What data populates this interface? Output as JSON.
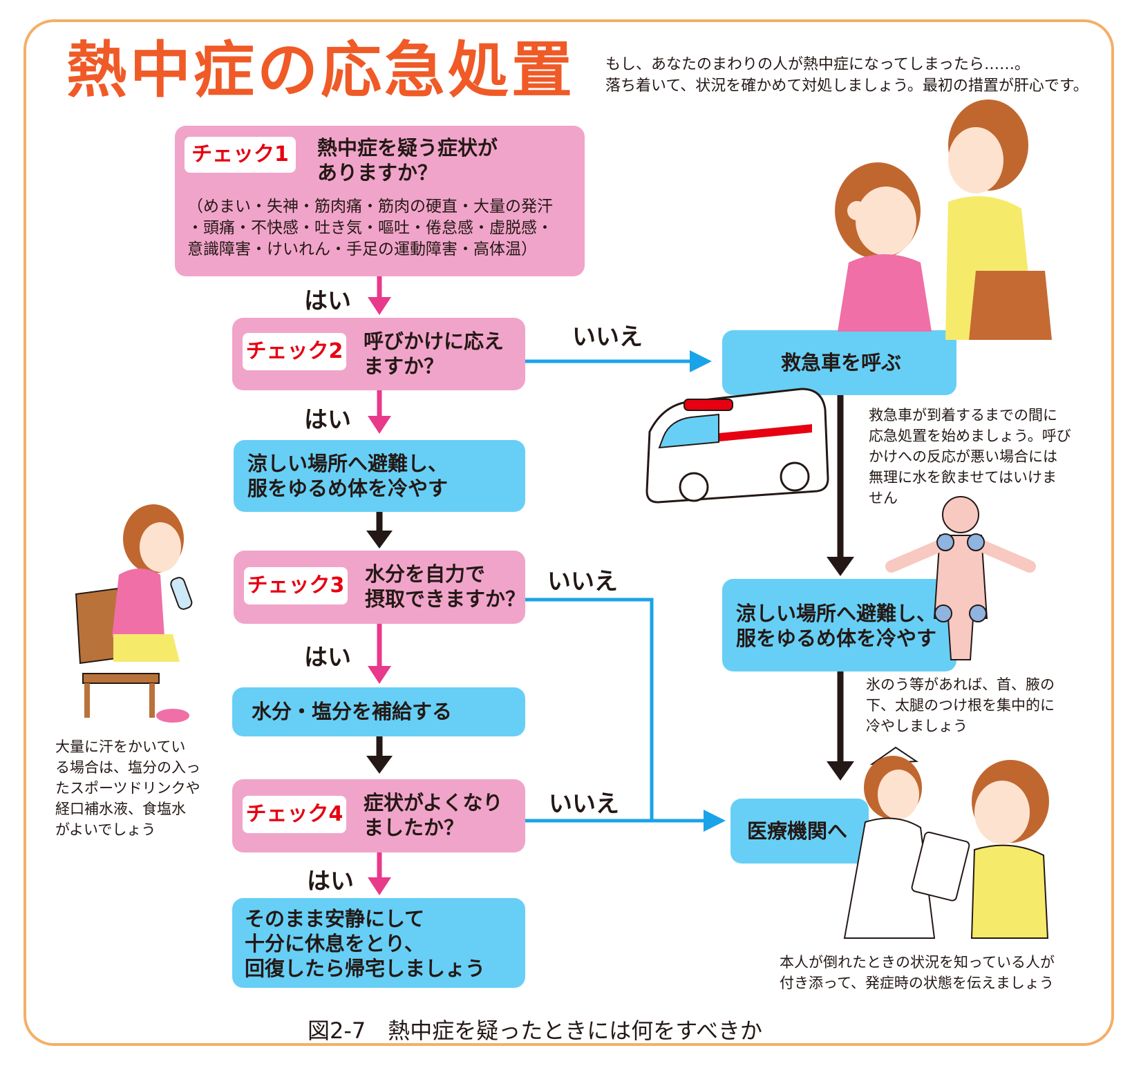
{
  "title": "熱中症の応急処置",
  "intro": [
    "もし、あなたのまわりの人が熱中症になってしまったら……。",
    "落ち着いて、状況を確かめて対処しましょう。最初の措置が肝心です。"
  ],
  "checks": [
    {
      "badge": "チェック1",
      "question": [
        "熱中症を疑う症状が",
        "ありますか？"
      ],
      "symptoms": [
        "（めまい・失神・筋肉痛・筋肉の硬直・大量の発汗",
        "・頭痛・不快感・吐き気・嘔吐・倦怠感・虚脱感・",
        "意識障害・けいれん・手足の運動障害・高体温）"
      ]
    },
    {
      "badge": "チェック2",
      "question": [
        "呼びかけに応え",
        "ますか？"
      ]
    },
    {
      "badge": "チェック3",
      "question": [
        "水分を自力で",
        "摂取できますか？"
      ]
    },
    {
      "badge": "チェック4",
      "question": [
        "症状がよくなり",
        "ましたか？"
      ]
    }
  ],
  "actions": {
    "cool_left": [
      "涼しい場所へ避難し、",
      "服をゆるめ体を冷やす"
    ],
    "hydrate": "水分・塩分を補給する",
    "rest": [
      "そのまま安静にして",
      "十分に休息をとり、",
      "回復したら帰宅しましょう"
    ],
    "ambulance": "救急車を呼ぶ",
    "cool_right": [
      "涼しい場所へ避難し、",
      "服をゆるめ体を冷やす"
    ],
    "hospital": "医療機関へ"
  },
  "labels": {
    "yes": "はい",
    "no": "いいえ"
  },
  "notes": {
    "ambulance": [
      "救急車が到着するまでの間に",
      "応急処置を始めましょう。呼び",
      "かけへの反応が悪い場合には",
      "無理に水を飲ませてはいけま",
      "せん"
    ],
    "ice": [
      "氷のう等があれば、首、腋の",
      "下、太腿のつけ根を集中的に",
      "冷やしましょう"
    ],
    "hospital": [
      "本人が倒れたときの状況を知っている人が",
      "付き添って、発症時の状態を伝えましょう"
    ],
    "drink": [
      "大量に汗をかいてい",
      "る場合は、塩分の入っ",
      "たスポーツドリンクや",
      "経口補水液、食塩水",
      "がよいでしょう"
    ]
  },
  "caption": "図2-7　熱中症を疑ったときには何をすべきか",
  "colors": {
    "title": "#ef5a27",
    "check_box": "#f1a4c9",
    "action_box": "#67cff5",
    "yes_arrow": "#e8398a",
    "no_arrow": "#1aa3e8",
    "badge_text": "#e60012",
    "frame": "#f5ae66"
  }
}
